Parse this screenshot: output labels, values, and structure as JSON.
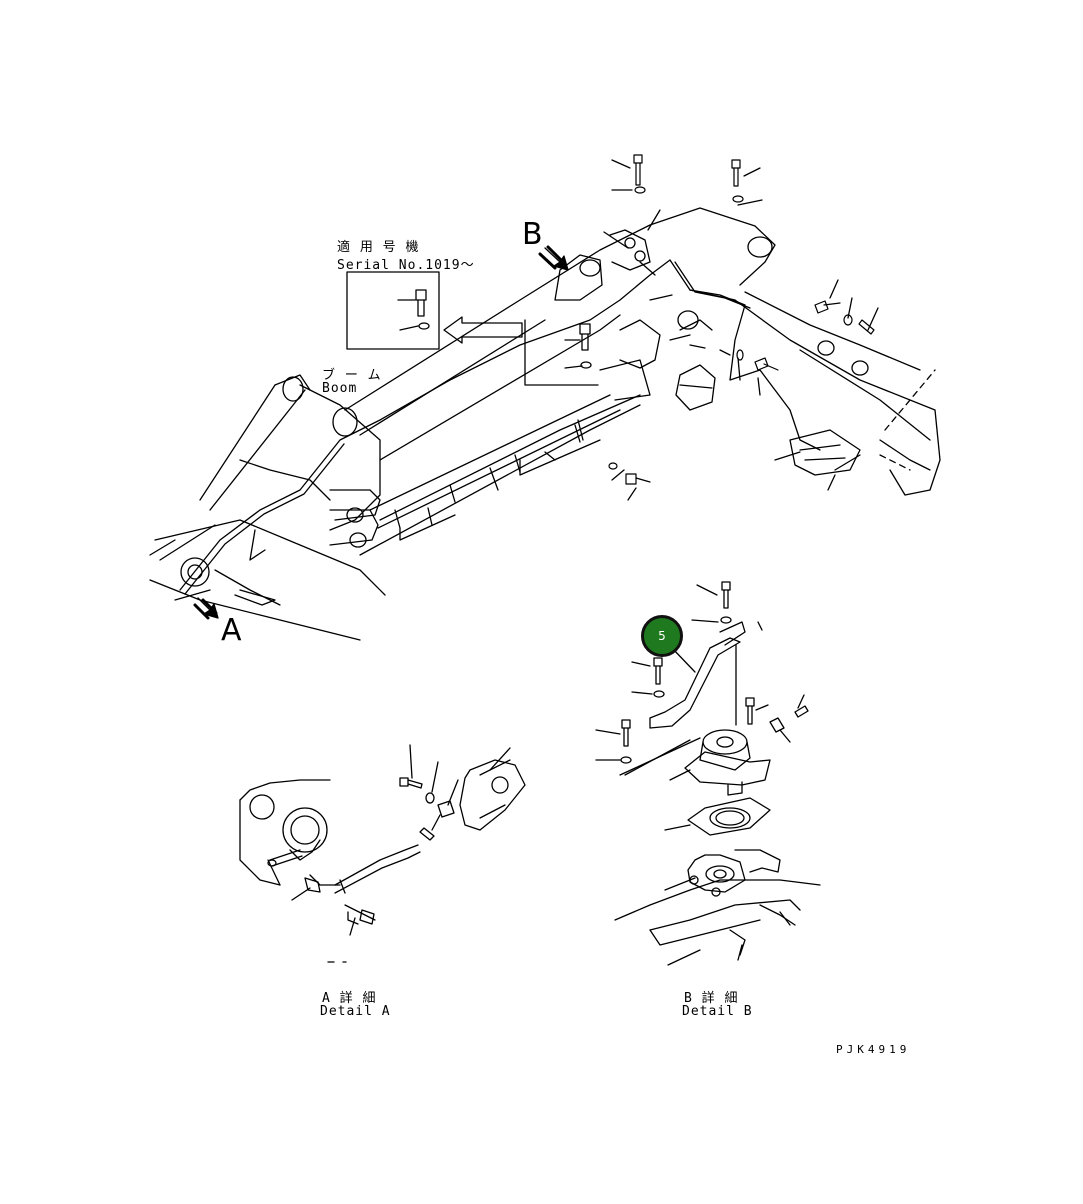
{
  "serial": {
    "jp": "適 用 号 機",
    "en": "Serial No.1019～"
  },
  "boom": {
    "jp": "ブ ー ム",
    "en": "Boom"
  },
  "view_letters": {
    "a": "A",
    "b": "B"
  },
  "detail_a": {
    "jp": "A 詳 細",
    "en": "Detail A"
  },
  "detail_b": {
    "jp": "B 詳 細",
    "en": "Detail B"
  },
  "callout": {
    "number": "5",
    "color": "#1f7a1f"
  },
  "drawing_code": "PJK4919"
}
